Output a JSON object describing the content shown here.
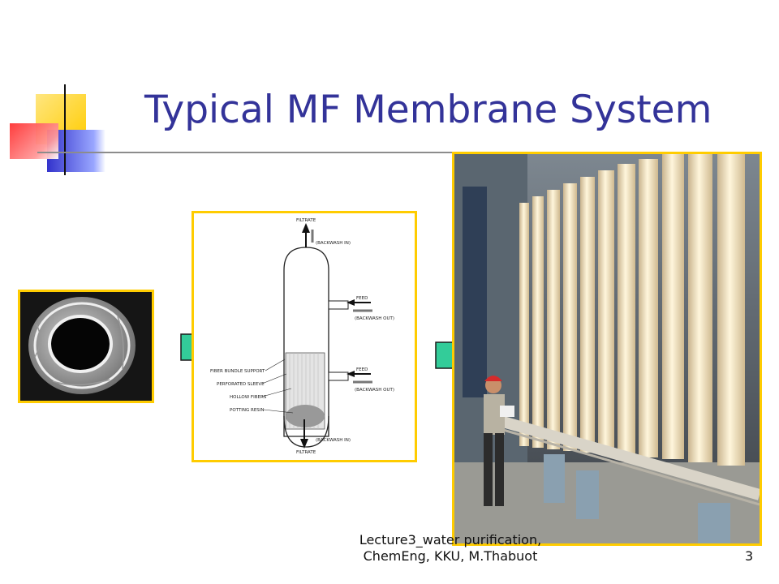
{
  "slide": {
    "title": "Typical MF Membrane System",
    "footer_line1": "Lecture3_water purification,",
    "footer_line2": "ChemEng, KKU, M.Thabuot",
    "page_number": "3"
  },
  "diagram": {
    "filtrate_top": "FILTRATE",
    "backwash_in_top": "(BACKWASH IN)",
    "feed_upper": "FEED",
    "backwash_out_upper": "(BACKWASH OUT)",
    "feed_lower": "FEED",
    "backwash_out_lower": "(BACKWASH OUT)",
    "fiber_bundle_support": "FIBER BUNDLE SUPPORT",
    "perforated_sleeve": "PERFORATED SLEEVE",
    "hollow_fibers": "HOLLOW FIBERS",
    "potting_resin": "POTTING RESIN",
    "backwash_in_bottom": "(BACKWASH IN)",
    "filtrate_bottom": "FILTRATE"
  },
  "colors": {
    "title": "#333399",
    "frame": "#ffcc00",
    "arrow": "#33cc99"
  }
}
